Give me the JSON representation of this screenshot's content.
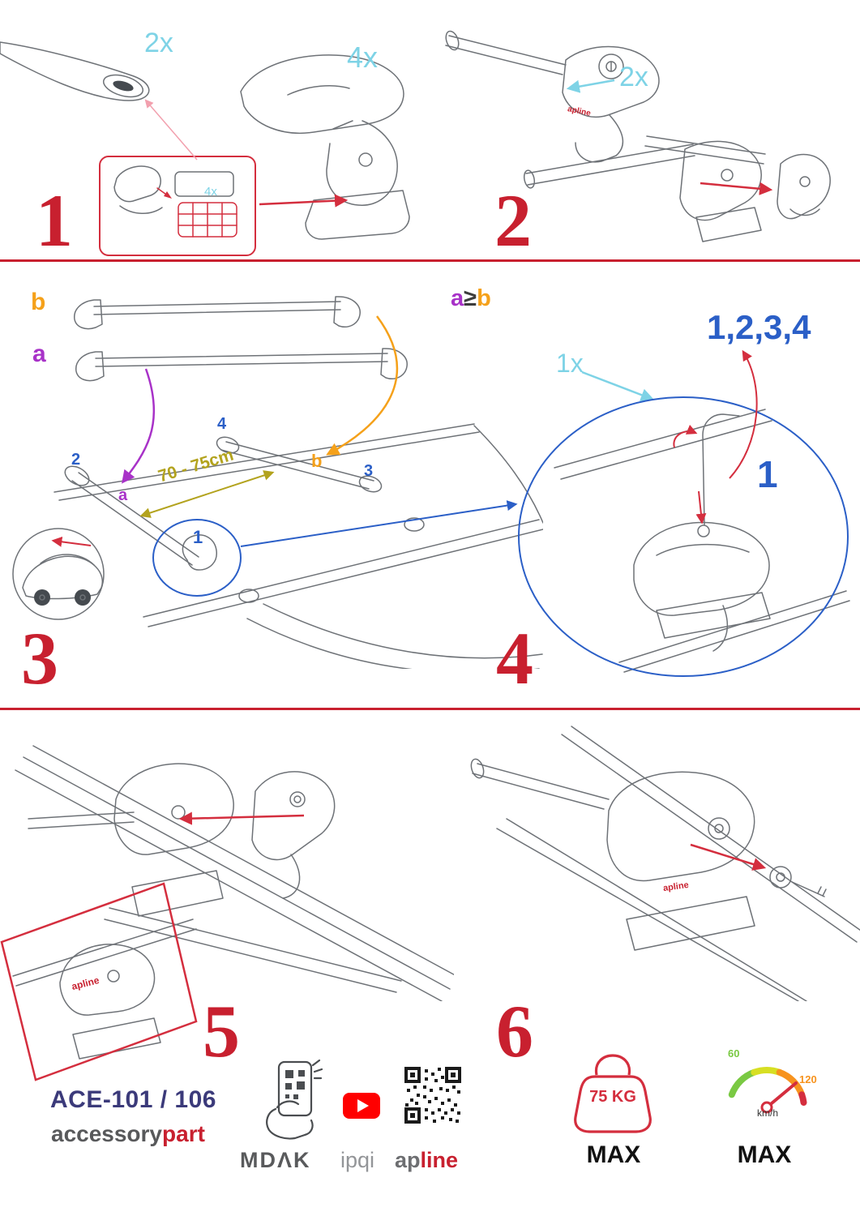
{
  "steps": {
    "s1": {
      "number": "1",
      "bar_qty": "2x",
      "foot_qty": "4x",
      "inset_qty": "4x"
    },
    "s2": {
      "number": "2",
      "lock_qty": "2x",
      "logo": "apline"
    },
    "s3": {
      "number": "3",
      "bar_label_b": "b",
      "bar_label_a": "a",
      "pos_2": "2",
      "pos_4": "4",
      "pos_b": "b",
      "pos_3": "3",
      "pos_a": "a",
      "pos_1": "1",
      "distance": "70 - 75cm"
    },
    "s4": {
      "number": "4",
      "rule_a": "a",
      "rule_op": "≥",
      "rule_b": "b",
      "sequence": "1,2,3,4",
      "tool_qty": "1x",
      "torque_step": "1"
    },
    "s5": {
      "number": "5",
      "logo": "apline"
    },
    "s6": {
      "number": "6",
      "logo": "apline"
    }
  },
  "footer": {
    "model": "ACE-101 / 106",
    "brand_part1": "accessory",
    "brand_part2": "part",
    "logo_mdak": "MDΛK",
    "logo_ipqi": "ipqi",
    "logo_apline_part1": "ap",
    "logo_apline_part2": "line",
    "weight_value": "75 KG",
    "weight_max": "MAX",
    "speed_low": "60",
    "speed_high": "120",
    "speed_unit": "km/h",
    "speed_max": "MAX"
  },
  "colors": {
    "red": "#c8202f",
    "cyan": "#7ed3e6",
    "orange": "#f5a11a",
    "purple": "#a832c8",
    "blue": "#2b5fc7",
    "olive": "#b3a31e",
    "navy": "#3b3a7a",
    "gray": "#58595b",
    "green": "#7ac943",
    "gauge_orange": "#f7931e"
  }
}
